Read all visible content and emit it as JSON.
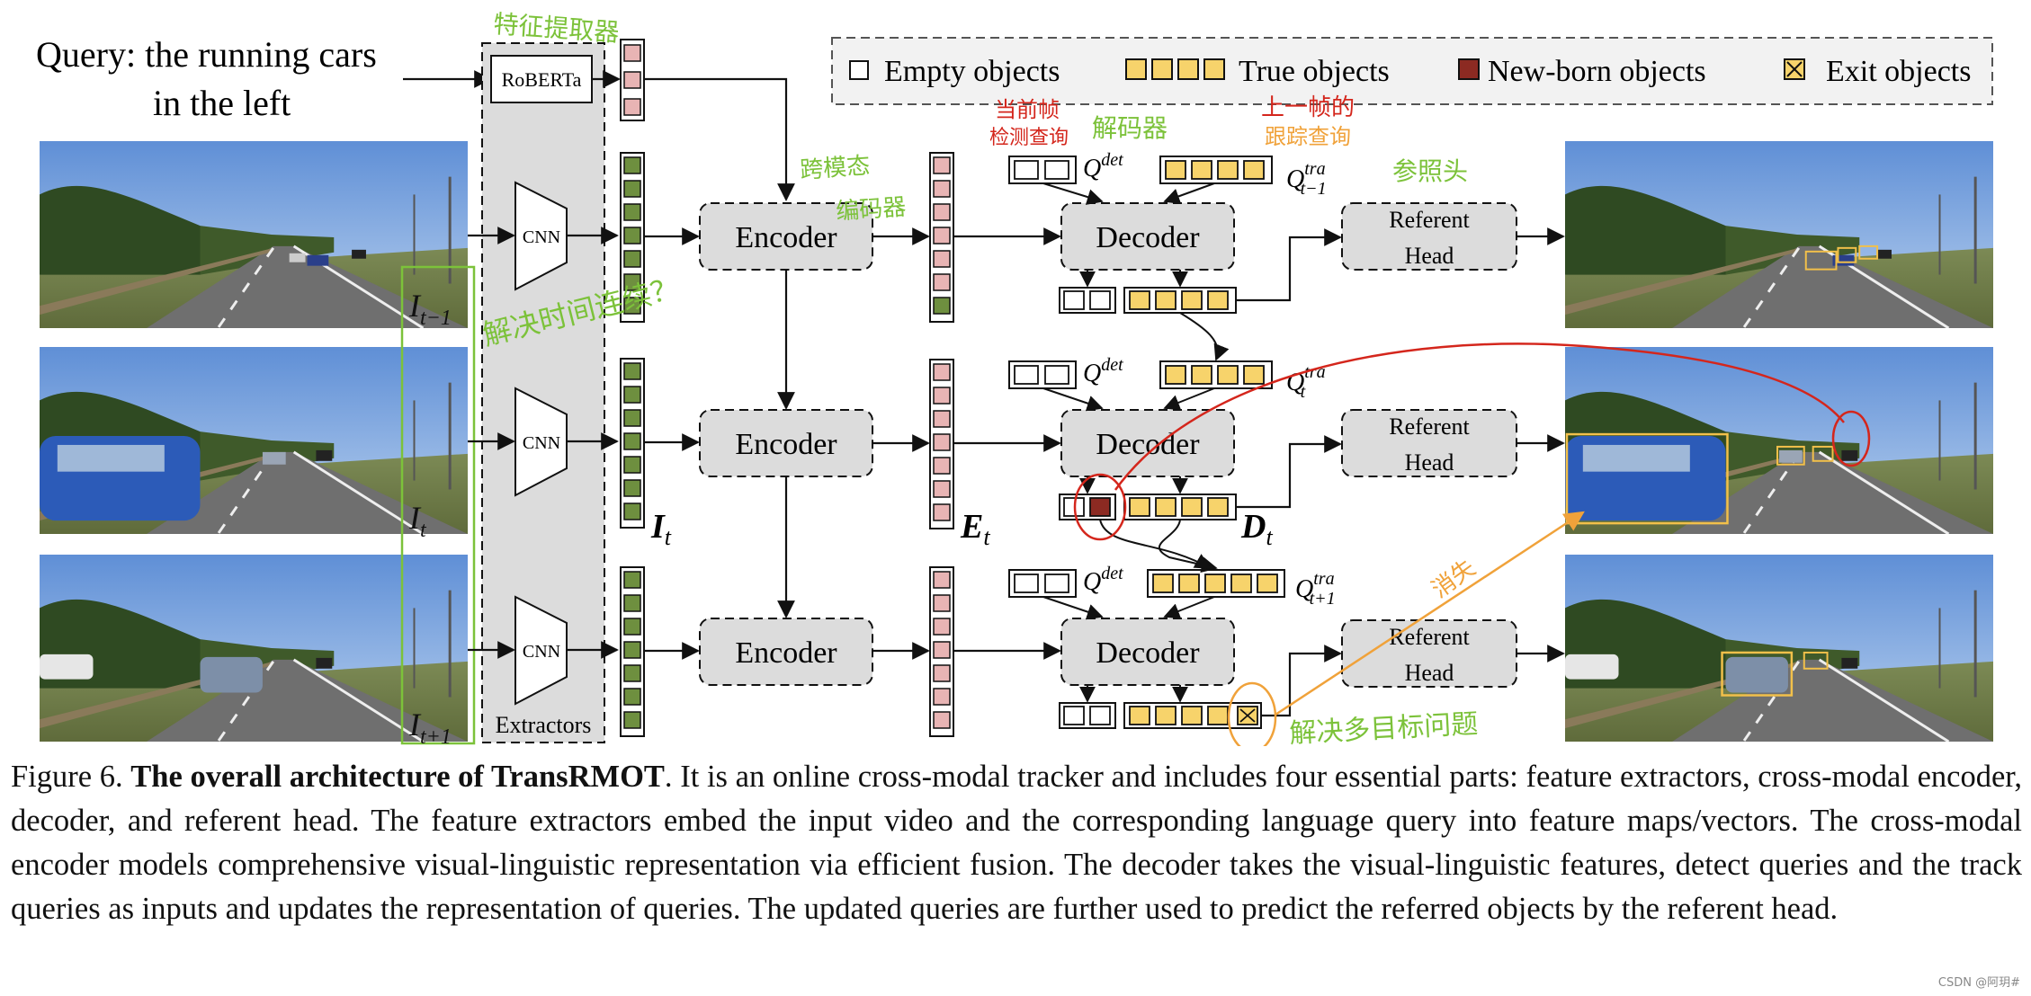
{
  "query": {
    "line1": "Query: the running cars",
    "line2": "in the left"
  },
  "legend": {
    "empty": "Empty objects",
    "true_obj": "True objects",
    "newborn": "New-born objects",
    "exit": "Exit objects"
  },
  "blocks": {
    "roberta": "RoBERTa",
    "cnn": "CNN",
    "extractors": "Extractors",
    "encoder": "Encoder",
    "decoder": "Decoder",
    "referent_line1": "Referent",
    "referent_line2": "Head"
  },
  "frame_labels": {
    "prev": "I",
    "prev_sub": "t−1",
    "cur": "I",
    "cur_sub": "t",
    "next": "I",
    "next_sub": "t+1"
  },
  "symbols": {
    "I": "I",
    "I_sub": "t",
    "E": "E",
    "E_sub": "t",
    "D": "D",
    "D_sub": "t",
    "Q": "Q",
    "det": "det",
    "tra": "tra",
    "t_minus": "t−1",
    "t": "t",
    "t_plus": "t+1"
  },
  "annotations": {
    "feature_extractor": "特征提取器",
    "cross_modal_encoder_1": "跨模态",
    "cross_modal_encoder_2": "编码器",
    "temporal": "解决时间连续？",
    "detect_query_1": "当前帧",
    "detect_query_2": "检测查询",
    "decoder": "解码器",
    "track_query_1": "上一帧的",
    "track_query_2": "跟踪查询",
    "referent_head": "参照头",
    "disappear": "消失",
    "multi_object": "解决多目标问题"
  },
  "caption": {
    "prefix": "Figure 6. ",
    "bold": "The overall architecture of TransRMOT",
    "text": ". It is an online cross-modal tracker and includes four essential parts: feature extractors, cross-modal encoder, decoder, and referent head. The feature extractors embed the input video and the corresponding language query into feature maps/vectors. The cross-modal encoder models comprehensive visual-linguistic representation via efficient fusion. The decoder takes the visual-linguistic features, detect queries and the track queries as inputs and updates the representation of queries. The updated queries are further used to predict the referred objects by the referent head."
  },
  "watermark": "CSDN @阿玥#",
  "colors": {
    "pink": "#e8b4b4",
    "green_cell": "#6e8f3f",
    "yellow": "#f7d36b",
    "maroon": "#8c2a22",
    "gray_block": "#dcdcdc",
    "annot_green": "#7cc23a",
    "annot_red": "#d4261c",
    "annot_orange": "#f0a23a"
  }
}
